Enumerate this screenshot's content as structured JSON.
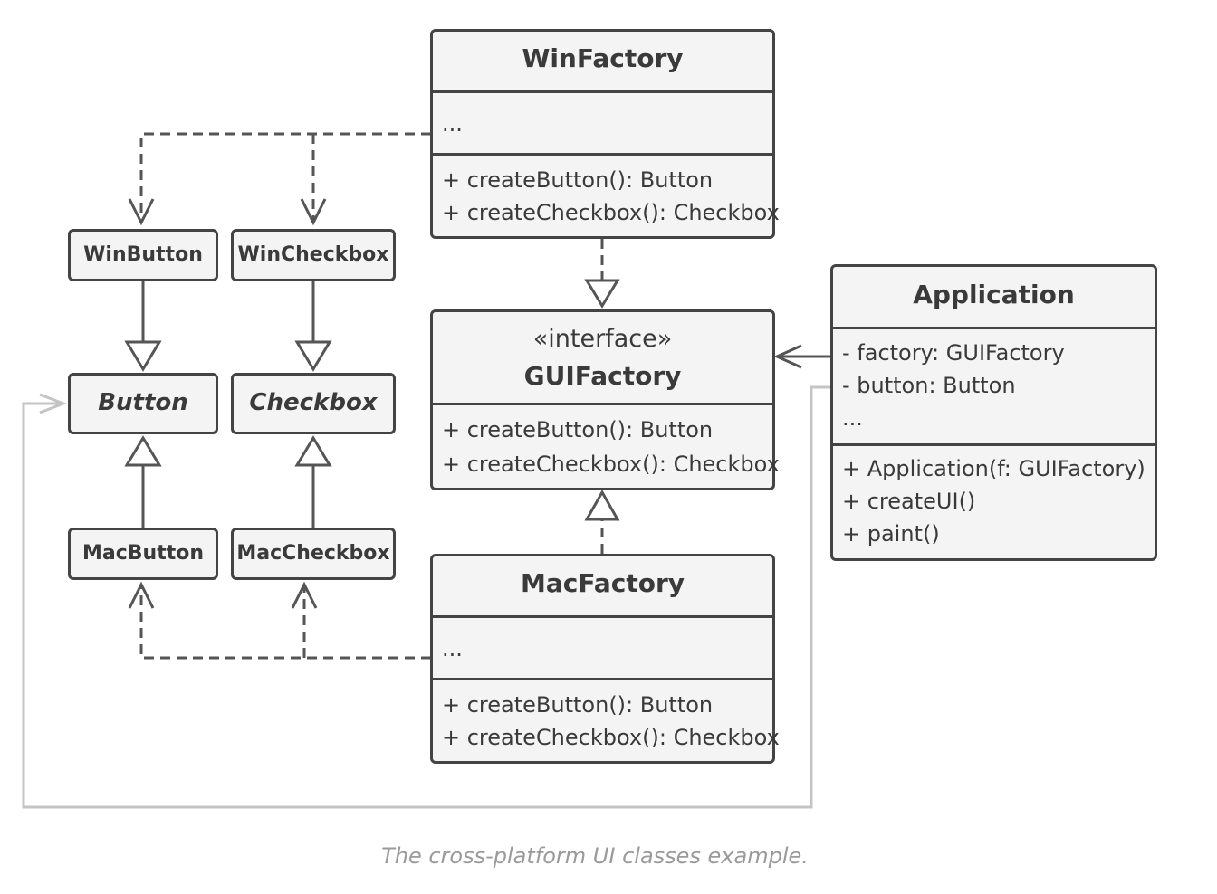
{
  "win_factory": {
    "title": "WinFactory",
    "fields": [
      "..."
    ],
    "methods": [
      "+ createButton(): Button",
      "+ createCheckbox(): Checkbox"
    ]
  },
  "gui_factory": {
    "stereotype": "«interface»",
    "title": "GUIFactory",
    "methods": [
      "+ createButton(): Button",
      "+ createCheckbox(): Checkbox"
    ]
  },
  "mac_factory": {
    "title": "MacFactory",
    "fields": [
      "..."
    ],
    "methods": [
      "+ createButton(): Button",
      "+ createCheckbox(): Checkbox"
    ]
  },
  "application": {
    "title": "Application",
    "fields": [
      "- factory: GUIFactory",
      "- button: Button",
      "..."
    ],
    "methods": [
      "+ Application(f: GUIFactory)",
      "+ createUI()",
      "+ paint()"
    ]
  },
  "products": {
    "win_button": "WinButton",
    "win_checkbox": "WinCheckbox",
    "button": "Button",
    "checkbox": "Checkbox",
    "mac_button": "MacButton",
    "mac_checkbox": "MacCheckbox"
  },
  "colors": {
    "stroke": "#444444",
    "fill": "#f4f4f4",
    "light_line": "#c4c4c4",
    "caption": "#9a9a9a"
  },
  "caption": "The cross-platform UI classes example."
}
